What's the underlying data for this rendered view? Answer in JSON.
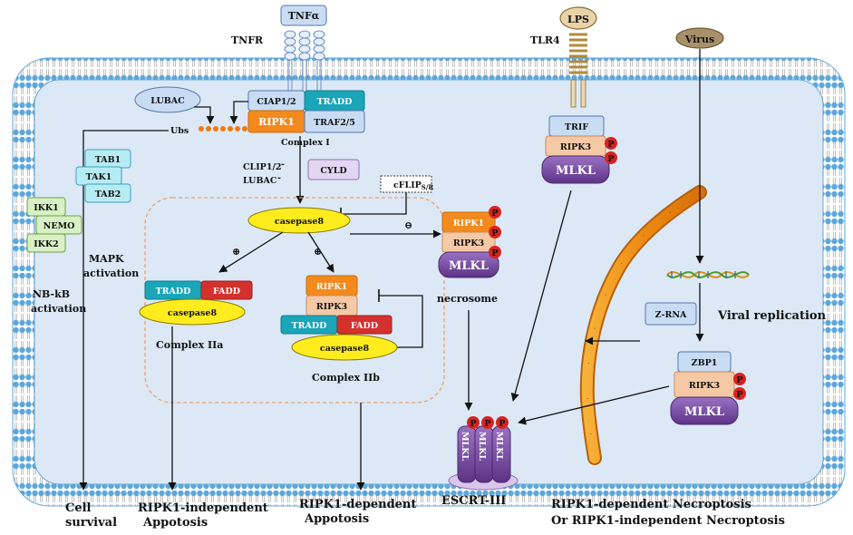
{
  "labels": {
    "tnfa": "TNFα",
    "tnfr": "TNFR",
    "lps": "LPS",
    "tlr4": "TLR4",
    "virus": "Virus",
    "lubac": "LUBAC",
    "ciap": "CIAP1/2",
    "tradd": "TRADD",
    "ripk1": "RIPK1",
    "traf": "TRAF2/5",
    "ubs": "Ubs",
    "complex1": "Complex I",
    "tab1": "TAB1",
    "tak1": "TAK1",
    "tab2": "TAB2",
    "clip": "CLIP1/2",
    "lubac_minus": "LUBAC",
    "minus_sign": "-",
    "cyld": "CYLD",
    "cflip": "cFLIP",
    "cflip_sub": "S/R",
    "ikk1": "IKK1",
    "nemo": "NEMO",
    "ikk2": "IKK2",
    "casepase8": "casepase8",
    "mapk": "MAPK\nactivation",
    "mapk_line1": "MAPK",
    "mapk_line2": "activation",
    "nfkb_line1": "NB-kB",
    "nfkb_line2": "activation",
    "fadd": "FADD",
    "ripk3": "RIPK3",
    "mlkl": "MLKL",
    "trif": "TRIF",
    "p": "P",
    "necrosome": "necrosome",
    "complex2a": "Complex IIa",
    "complex2b": "Complex IIb",
    "zrna": "Z-RNA",
    "viral_replication": "Viral replication",
    "zbp1": "ZBP1",
    "escrt": "ESCRT-III",
    "cell_survival_1": "Cell",
    "cell_survival_2": "survival",
    "indep_apop_1": "RIPK1-independent",
    "indep_apop_2": "Appotosis",
    "dep_apop_1": "RIPK1-dependent",
    "dep_apop_2": "Appotosis",
    "necro_1": "RIPK1-dependent  Necroptosis",
    "necro_2": "Or RIPK1-independent  Necroptosis",
    "plus": "⊕",
    "minus_circle": "⊖"
  },
  "colors": {
    "membrane_fill": "#dce8f6",
    "lipid_head": "#5fa7d9",
    "lipid_tail": "#c9c9c9",
    "tradd": "#1aa5b8",
    "ripk1": "#f28a1d",
    "ripk3": "#f6c9a6",
    "mlkl": "#7b4fa0",
    "fadd": "#d4312e",
    "casepase8": "#ffec1f",
    "light_box": "#c8dcf4",
    "green_box": "#d8f0c4",
    "cyan_box": "#b8ecf4",
    "lavender_box": "#e2d6f2",
    "phospho": "#d8231f",
    "er_orange": "#f19a1c"
  }
}
